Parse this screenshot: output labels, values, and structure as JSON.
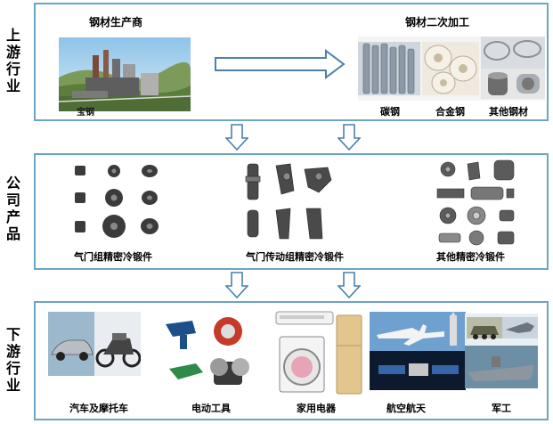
{
  "side_labels": {
    "upstream": [
      "上",
      "游",
      "行",
      "业"
    ],
    "company": [
      "公",
      "司",
      "产",
      "品"
    ],
    "downstream": [
      "下",
      "游",
      "行",
      "业"
    ]
  },
  "upstream": {
    "left_title": "钢材生产商",
    "right_title": "钢材二次加工",
    "plant_caption": "宝钢",
    "steel_types": [
      "碳钢",
      "合金钢",
      "其他钢材"
    ]
  },
  "company": {
    "products": [
      "气门组精密冷锻件",
      "气门传动组精密冷锻件",
      "其他精密冷锻件"
    ]
  },
  "downstream": {
    "industries": [
      "汽车及摩托车",
      "电动工具",
      "家用电器",
      "航空航天",
      "军工"
    ]
  },
  "colors": {
    "panel_border": "#6aa5c4",
    "arrow_stroke": "#4a7fb0"
  }
}
